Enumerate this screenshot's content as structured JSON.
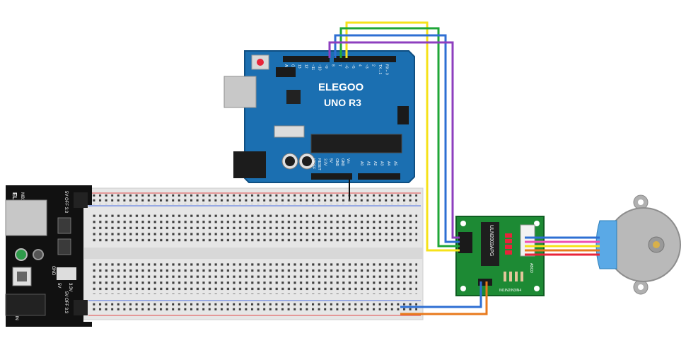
{
  "arduino": {
    "brand": "ELEGOO",
    "model": "UNO R3",
    "digital_labels": [
      "AREF",
      "GND",
      "13",
      "12",
      "~11",
      "~10",
      "~9",
      "8",
      "7",
      "~6",
      "~5",
      "4",
      "~3",
      "2",
      "TX→1",
      "RX←0"
    ],
    "power_labels": [
      "IOREF",
      "RESET",
      "3.3V",
      "5V",
      "GND",
      "GND",
      "Vin"
    ],
    "analog_labels": [
      "A0",
      "A1",
      "A2",
      "A3",
      "A4",
      "A5"
    ]
  },
  "power_module": {
    "brand": "ELEGOO",
    "model_code": "MB102",
    "top_jumper": "5V OFF 3.3",
    "bottom_jumper": "5V OFF 3.3",
    "dc_label": "DC-IN",
    "gnd_label": "GND",
    "header_labels": [
      "5V",
      "3.3V"
    ]
  },
  "driver_board": {
    "chip_label": "ULN2003APG",
    "led_label": "ABCD",
    "bottom_label": "IN1IN2IN3IN4"
  },
  "colors": {
    "board_blue": "#1b6fb1",
    "board_green": "#1d8a34",
    "wire_yellow": "#f6e21a",
    "wire_green": "#1fa637",
    "wire_blue": "#2e6fd3",
    "wire_purple": "#8e3fbf",
    "wire_orange": "#e87a1c",
    "wire_red": "#e8243a",
    "wire_pink": "#ef4fb3",
    "motor_body": "#b9b9b9",
    "motor_cap": "#5aa9e6"
  }
}
